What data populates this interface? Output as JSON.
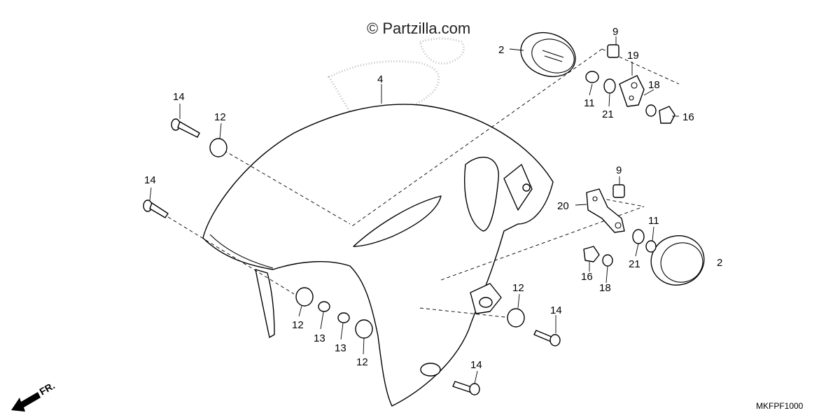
{
  "watermark": "© Partzilla.com",
  "diagram_code": "MKFPF1000",
  "direction_label": "FR.",
  "callouts": [
    {
      "id": "c-4",
      "label": "4"
    },
    {
      "id": "c-2a",
      "label": "2"
    },
    {
      "id": "c-9a",
      "label": "9"
    },
    {
      "id": "c-19",
      "label": "19"
    },
    {
      "id": "c-18a",
      "label": "18"
    },
    {
      "id": "c-11a",
      "label": "11"
    },
    {
      "id": "c-21a",
      "label": "21"
    },
    {
      "id": "c-16a",
      "label": "16"
    },
    {
      "id": "c-14a",
      "label": "14"
    },
    {
      "id": "c-12a",
      "label": "12"
    },
    {
      "id": "c-14b",
      "label": "14"
    },
    {
      "id": "c-9b",
      "label": "9"
    },
    {
      "id": "c-20",
      "label": "20"
    },
    {
      "id": "c-11b",
      "label": "11"
    },
    {
      "id": "c-2b",
      "label": "2"
    },
    {
      "id": "c-21b",
      "label": "21"
    },
    {
      "id": "c-16b",
      "label": "16"
    },
    {
      "id": "c-18b",
      "label": "18"
    },
    {
      "id": "c-12b",
      "label": "12"
    },
    {
      "id": "c-14c",
      "label": "14"
    },
    {
      "id": "c-12c",
      "label": "12"
    },
    {
      "id": "c-13a",
      "label": "13"
    },
    {
      "id": "c-13b",
      "label": "13"
    },
    {
      "id": "c-12d",
      "label": "12"
    },
    {
      "id": "c-14d",
      "label": "14"
    }
  ]
}
